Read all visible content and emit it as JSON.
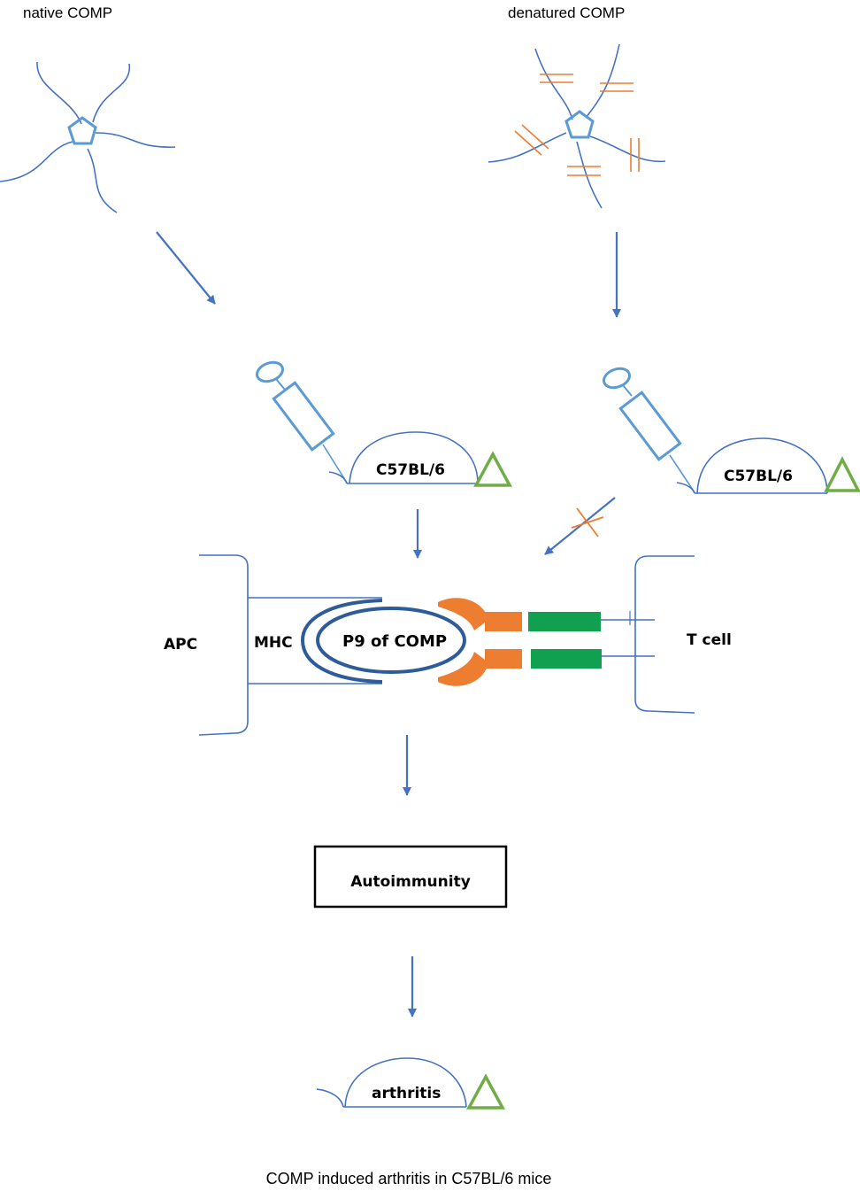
{
  "labels": {
    "native_comp": "native COMP",
    "denatured_comp": "denatured COMP",
    "mouse_left": "C57BL/6",
    "mouse_right": "C57BL/6",
    "apc": "APC",
    "mhc": "MHC",
    "peptide": "P9 of COMP",
    "t_cell": "T cell",
    "autoimmunity": "Autoimmunity",
    "arthritis": "arthritis",
    "caption": "COMP induced arthritis in C57BL/6 mice"
  },
  "colors": {
    "strand_blue": "#4472c4",
    "pentagon_blue": "#5b9bd5",
    "mhc_dark_blue": "#2e5b9a",
    "orange": "#ed7d31",
    "tcr_green": "#10a050",
    "triangle_green": "#70ad47"
  }
}
